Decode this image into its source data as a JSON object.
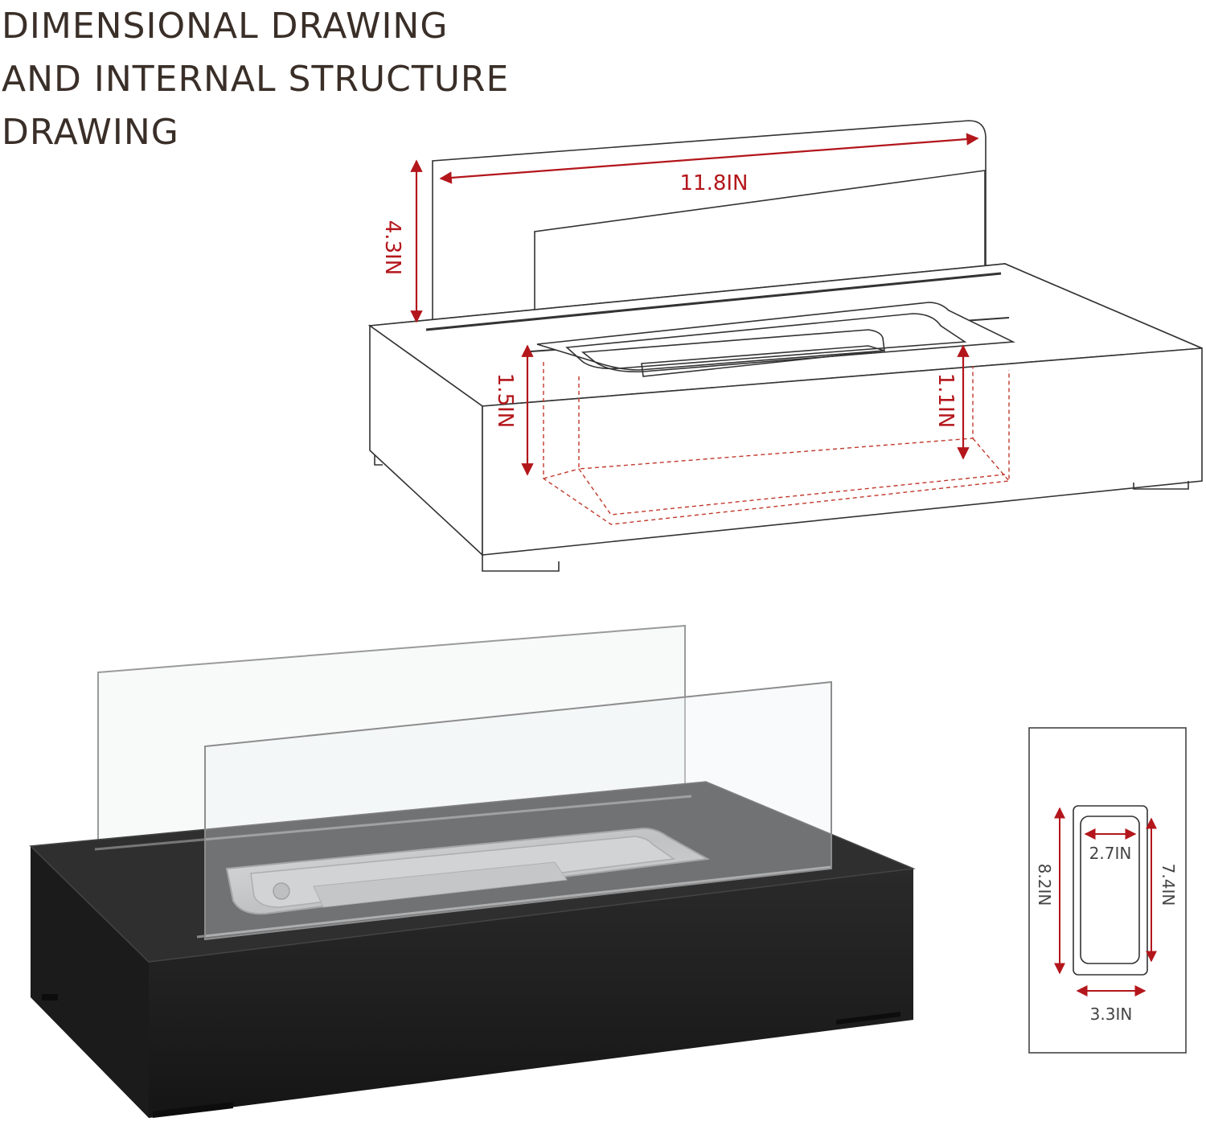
{
  "title_lines": [
    "DIMENSIONAL DRAWING",
    "AND INTERNAL STRUCTURE",
    "DRAWING"
  ],
  "dimensions": {
    "glass_length": "11.8IN",
    "glass_height": "4.3IN",
    "base_height": "1.5IN",
    "burner_depth": "1.1IN",
    "base_depth": "8.2IN",
    "burner_length": "7.4IN",
    "burner_inner_width": "2.7IN",
    "burner_width": "3.3IN"
  },
  "colors": {
    "dimension_arrow": "#b3161b",
    "line_drawing": "#333333",
    "base_product": "#1e1e1e",
    "burner_steel": "#b5b5b5"
  }
}
